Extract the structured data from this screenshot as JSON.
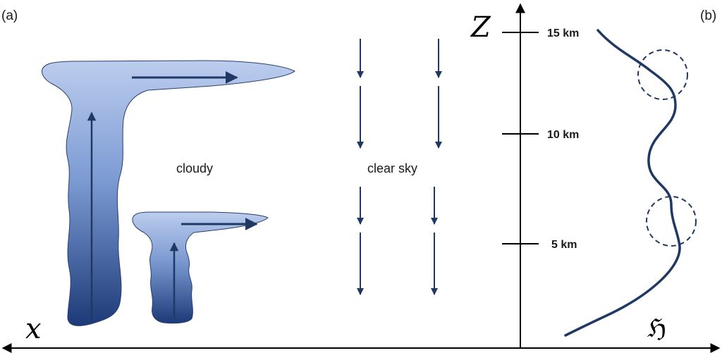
{
  "panels": {
    "a": "(a)",
    "b": "(b)"
  },
  "labels": {
    "cloudy": "cloudy",
    "clear_sky": "clear sky",
    "x_axis": "x",
    "z_axis": "Z",
    "profile_axis": "ℌ"
  },
  "altitude_ticks": [
    "15 km",
    "10 km",
    "5 km"
  ],
  "colors": {
    "cloud_top": "#b9cbed",
    "cloud_bottom": "#1f3e7c",
    "arrow": "#1f3864",
    "axis": "#000000",
    "profile_line": "#1f3864"
  }
}
